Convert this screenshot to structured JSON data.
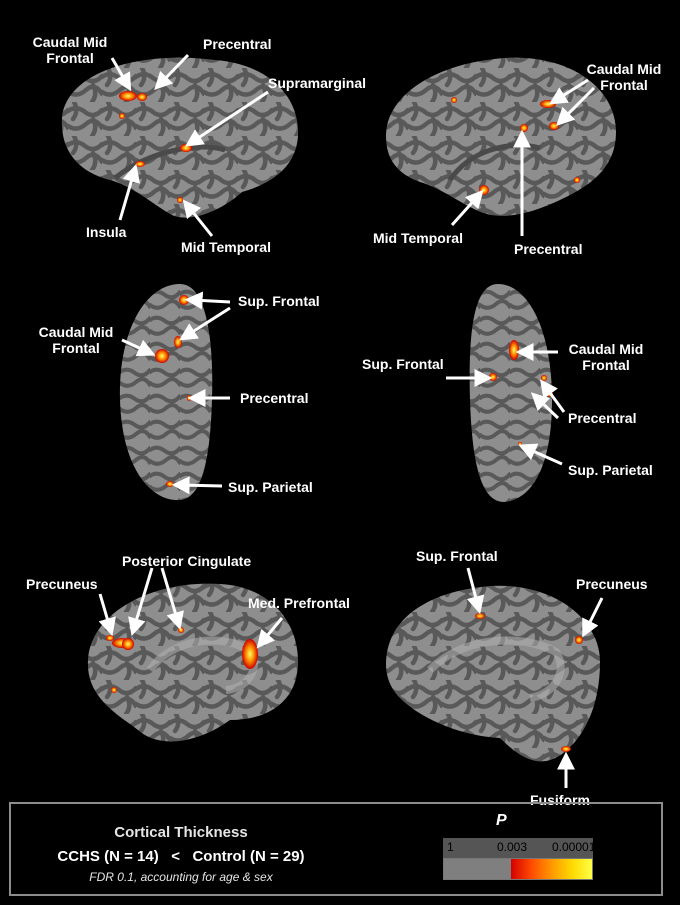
{
  "figure": {
    "panels": [
      {
        "name": "left-lateral-view",
        "labels": [
          "Caudal Mid\nFrontal",
          "Precentral",
          "Supramarginal",
          "Insula",
          "Mid Temporal"
        ]
      },
      {
        "name": "right-lateral-view",
        "labels": [
          "Caudal Mid\nFrontal",
          "Mid Temporal",
          "Precentral"
        ]
      },
      {
        "name": "left-dorsal-view",
        "labels": [
          "Sup. Frontal",
          "Caudal Mid\nFrontal",
          "Precentral",
          "Sup. Parietal"
        ]
      },
      {
        "name": "right-dorsal-view",
        "labels": [
          "Caudal Mid\nFrontal",
          "Sup. Frontal",
          "Precentral",
          "Sup. Parietal"
        ]
      },
      {
        "name": "left-medial-view",
        "labels": [
          "Posterior Cingulate",
          "Precuneus",
          "Med. Prefrontal"
        ]
      },
      {
        "name": "right-medial-view",
        "labels": [
          "Sup. Frontal",
          "Precuneus",
          "Fusiform"
        ]
      }
    ]
  },
  "legend": {
    "title": "Cortical Thickness",
    "comparison": "CCHS (N = 14)   <   Control (N = 29)",
    "note": "FDR 0.1, accounting for age & sex",
    "scale_label": "P",
    "ticks": [
      "1",
      "0.003",
      "0.00001"
    ]
  },
  "colors": {
    "background": "#000000",
    "sulcus": "#5a5a5a",
    "gyrus": "#8e8e8e",
    "significance_low": "#d40000",
    "significance_high": "#ffff44",
    "text": "#ffffff"
  }
}
